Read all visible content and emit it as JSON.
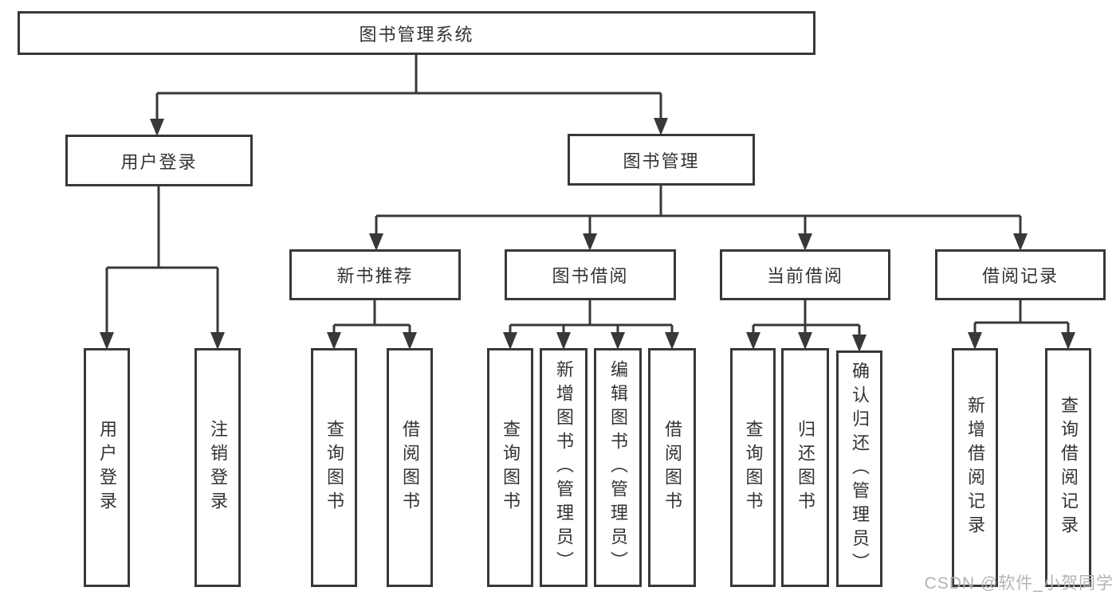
{
  "diagram_type": "hierarchy-tree",
  "tree": {
    "root": "图书管理系统",
    "branches": [
      {
        "label": "用户登录",
        "leaves": [
          "用户登录",
          "注销登录"
        ]
      },
      {
        "label": "图书管理",
        "groups": [
          {
            "label": "新书推荐",
            "leaves": [
              "查询图书",
              "借阅图书"
            ]
          },
          {
            "label": "图书借阅",
            "leaves": [
              "查询图书",
              "新增图书（管理员）",
              "编辑图书（管理员）",
              "借阅图书"
            ]
          },
          {
            "label": "当前借阅",
            "leaves": [
              "查询图书",
              "归还图书",
              "确认归还（管理员）"
            ]
          },
          {
            "label": "借阅记录",
            "leaves": [
              "新增借阅记录",
              "查询借阅记录"
            ]
          }
        ]
      }
    ]
  },
  "watermark": {
    "text": "CSDN @软件_小贺同学"
  },
  "colors": {
    "line": "#383838",
    "box_border": "#383838",
    "box_fill": "#ffffff",
    "text": "#333333",
    "watermark": "#b3b3b3",
    "background": "#ffffff"
  }
}
